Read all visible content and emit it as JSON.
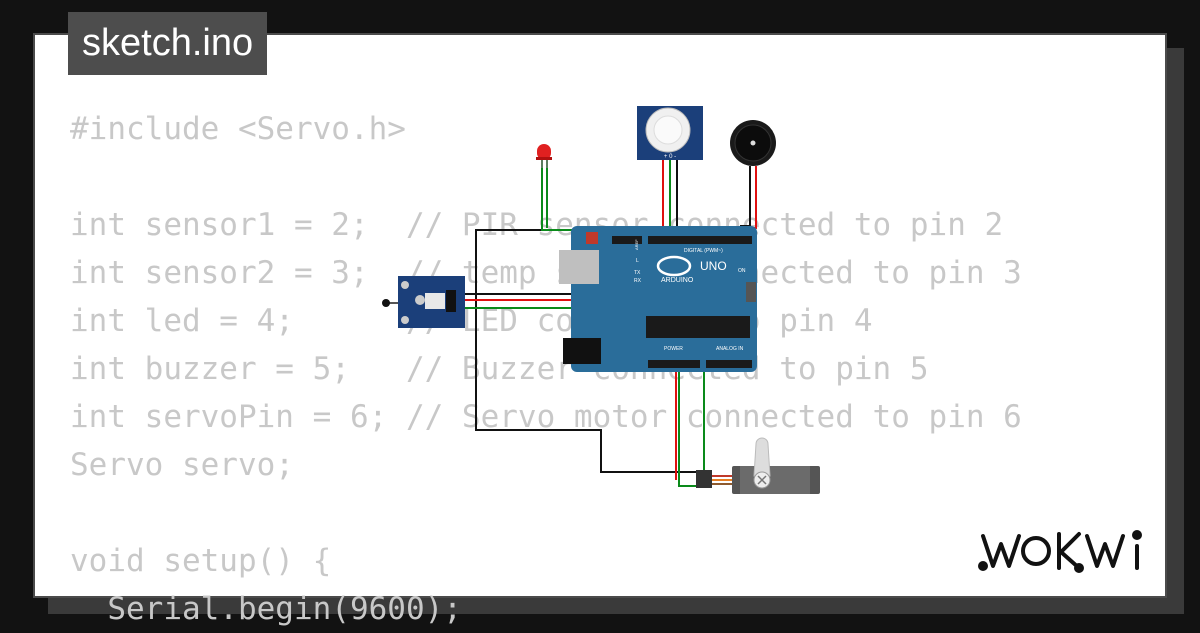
{
  "title": "sketch.ino",
  "code_lines": [
    "#include <Servo.h>",
    "",
    "int sensor1 = 2;  // PIR sensor connected to pin 2",
    "int sensor2 = 3;  // temp sensor connected to pin 3",
    "int led = 4;      // LED connected to pin 4",
    "int buzzer = 5;   // Buzzer connected to pin 5",
    "int servoPin = 6; // Servo motor connected to pin 6",
    "Servo servo;",
    "",
    "void setup() {",
    "  Serial.begin(9600);"
  ],
  "brand": "WOKWi",
  "board": {
    "logo": "UNO",
    "name": "ARDUINO",
    "digital_label": "DIGITAL (PWM~)",
    "power_label": "POWER",
    "analog_label": "ANALOG IN",
    "on_label": "ON",
    "tx_label": "TX",
    "rx_label": "RX",
    "l_label": "L",
    "aref_label": "AREF"
  },
  "pir": {
    "pins": "+ 0 -"
  },
  "colors": {
    "wire_green": "#0a8a1a",
    "wire_red": "#e01010",
    "wire_black": "#111111",
    "board_blue": "#2a6d9a",
    "sensor_blue": "#1b3f7a"
  }
}
